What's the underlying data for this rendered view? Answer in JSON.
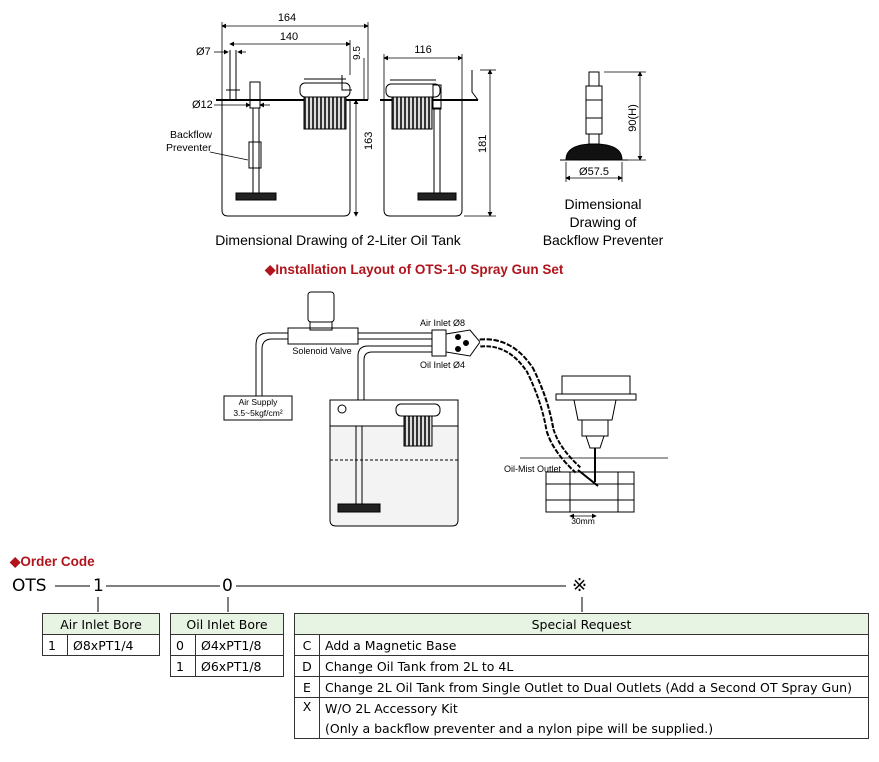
{
  "tank_drawing": {
    "caption": "Dimensional Drawing of 2-Liter Oil Tank",
    "dims": {
      "d164": "164",
      "d140": "140",
      "phi7": "Ø7",
      "d9_5": "9.5",
      "phi12": "Ø12",
      "d163": "163",
      "d116": "116",
      "d181": "181"
    },
    "backflow_label_1": "Backflow",
    "backflow_label_2": "Preventer"
  },
  "preventer_drawing": {
    "caption_1": "Dimensional",
    "caption_2": "Drawing of",
    "caption_3": "Backflow Preventer",
    "height": "90(H)",
    "diameter": "Ø57.5"
  },
  "installation": {
    "title": "Installation Layout of OTS-1-0 Spray Gun Set",
    "solenoid": "Solenoid Valve",
    "air_supply_1": "Air Supply",
    "air_supply_2": "3.5~5kgf/cm²",
    "air_inlet": "Air Inlet Ø8",
    "oil_inlet": "Oil Inlet Ø4",
    "mist_outlet": "Oil-Mist Outlet",
    "distance": "30mm"
  },
  "order_code": {
    "title": "Order Code",
    "prefix": "OTS",
    "pos1": "1",
    "pos2": "0",
    "pos3": "※",
    "air_inlet": {
      "header": "Air Inlet Bore",
      "rows": [
        {
          "code": "1",
          "value": "Ø8xPT1/4"
        }
      ]
    },
    "oil_inlet": {
      "header": "Oil Inlet Bore",
      "rows": [
        {
          "code": "0",
          "value": "Ø4xPT1/8"
        },
        {
          "code": "1",
          "value": "Ø6xPT1/8"
        }
      ]
    },
    "special": {
      "header": "Special Request",
      "rows": [
        {
          "code": "C",
          "value": "Add a Magnetic Base"
        },
        {
          "code": "D",
          "value": "Change Oil Tank from 2L to 4L"
        },
        {
          "code": "E",
          "value": "Change 2L Oil Tank from Single Outlet to Dual Outlets (Add a Second OT Spray Gun)"
        },
        {
          "code": "X",
          "value": "W/O 2L Accessory Kit"
        },
        {
          "code": "",
          "value": "(Only a backflow preventer and a nylon pipe will be supplied.)"
        }
      ]
    }
  },
  "colors": {
    "accent": "#b0141c",
    "table_header": "#e7f3e3"
  }
}
